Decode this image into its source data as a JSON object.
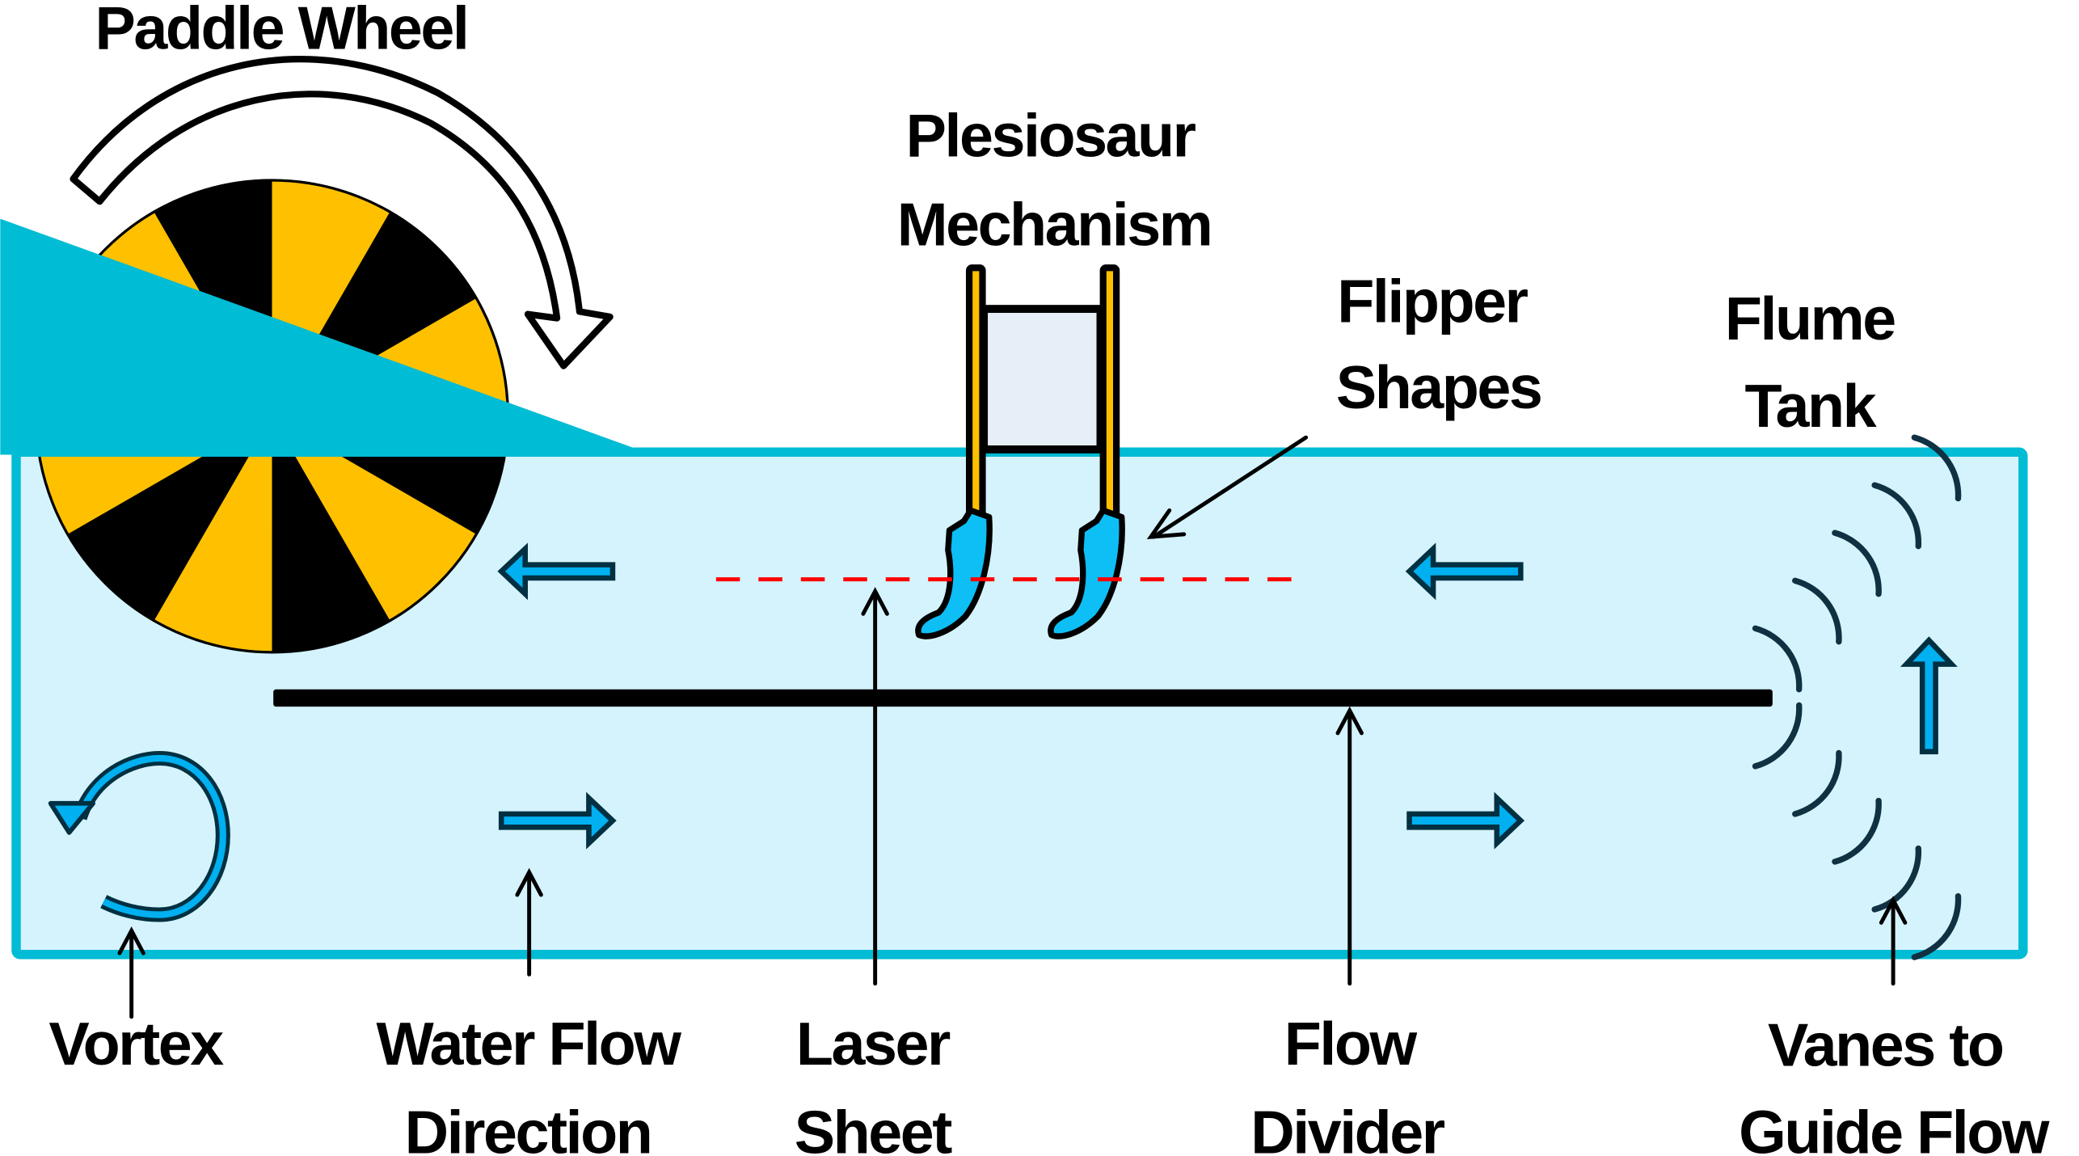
{
  "title": "Flume tank experimental setup for plesiosaur flipper mechanism",
  "labels": {
    "paddle_wheel": "Paddle Wheel",
    "plesiosaur_mechanism": [
      "Plesiosaur",
      "Mechanism"
    ],
    "flipper_shapes": [
      "Flipper",
      "Shapes"
    ],
    "flume_tank": [
      "Flume",
      "Tank"
    ],
    "vortex": "Vortex",
    "water_flow_direction": [
      "Water Flow",
      "Direction"
    ],
    "laser_sheet": [
      "Laser",
      "Sheet"
    ],
    "flow_divider": [
      "Flow",
      "Divider"
    ],
    "vanes": [
      "Vanes to",
      "Guide Flow"
    ]
  },
  "components": {
    "paddle_wheel": {
      "spokes": 12,
      "rotation": "clockwise"
    },
    "flippers": {
      "count": 2
    },
    "vanes": {
      "count": 10
    },
    "flow_arrows": [
      {
        "location": "upper-left",
        "direction": "left"
      },
      {
        "location": "upper-right",
        "direction": "left"
      },
      {
        "location": "lower-left",
        "direction": "right"
      },
      {
        "location": "lower-right",
        "direction": "right"
      },
      {
        "location": "right-end",
        "direction": "up"
      }
    ]
  },
  "colors": {
    "tank_border": "#00BCD4",
    "water": "#D5F3FD",
    "wheel_yellow": "#FFC000",
    "wheel_black": "#000000",
    "flow_arrow_fill": "#00B0F0",
    "flow_arrow_stroke": "#003041",
    "flipper_fill": "#0DBFF5",
    "laser": "#FF0000",
    "mechanism_box": "#E6EEF7",
    "vane": "#0F3142"
  }
}
